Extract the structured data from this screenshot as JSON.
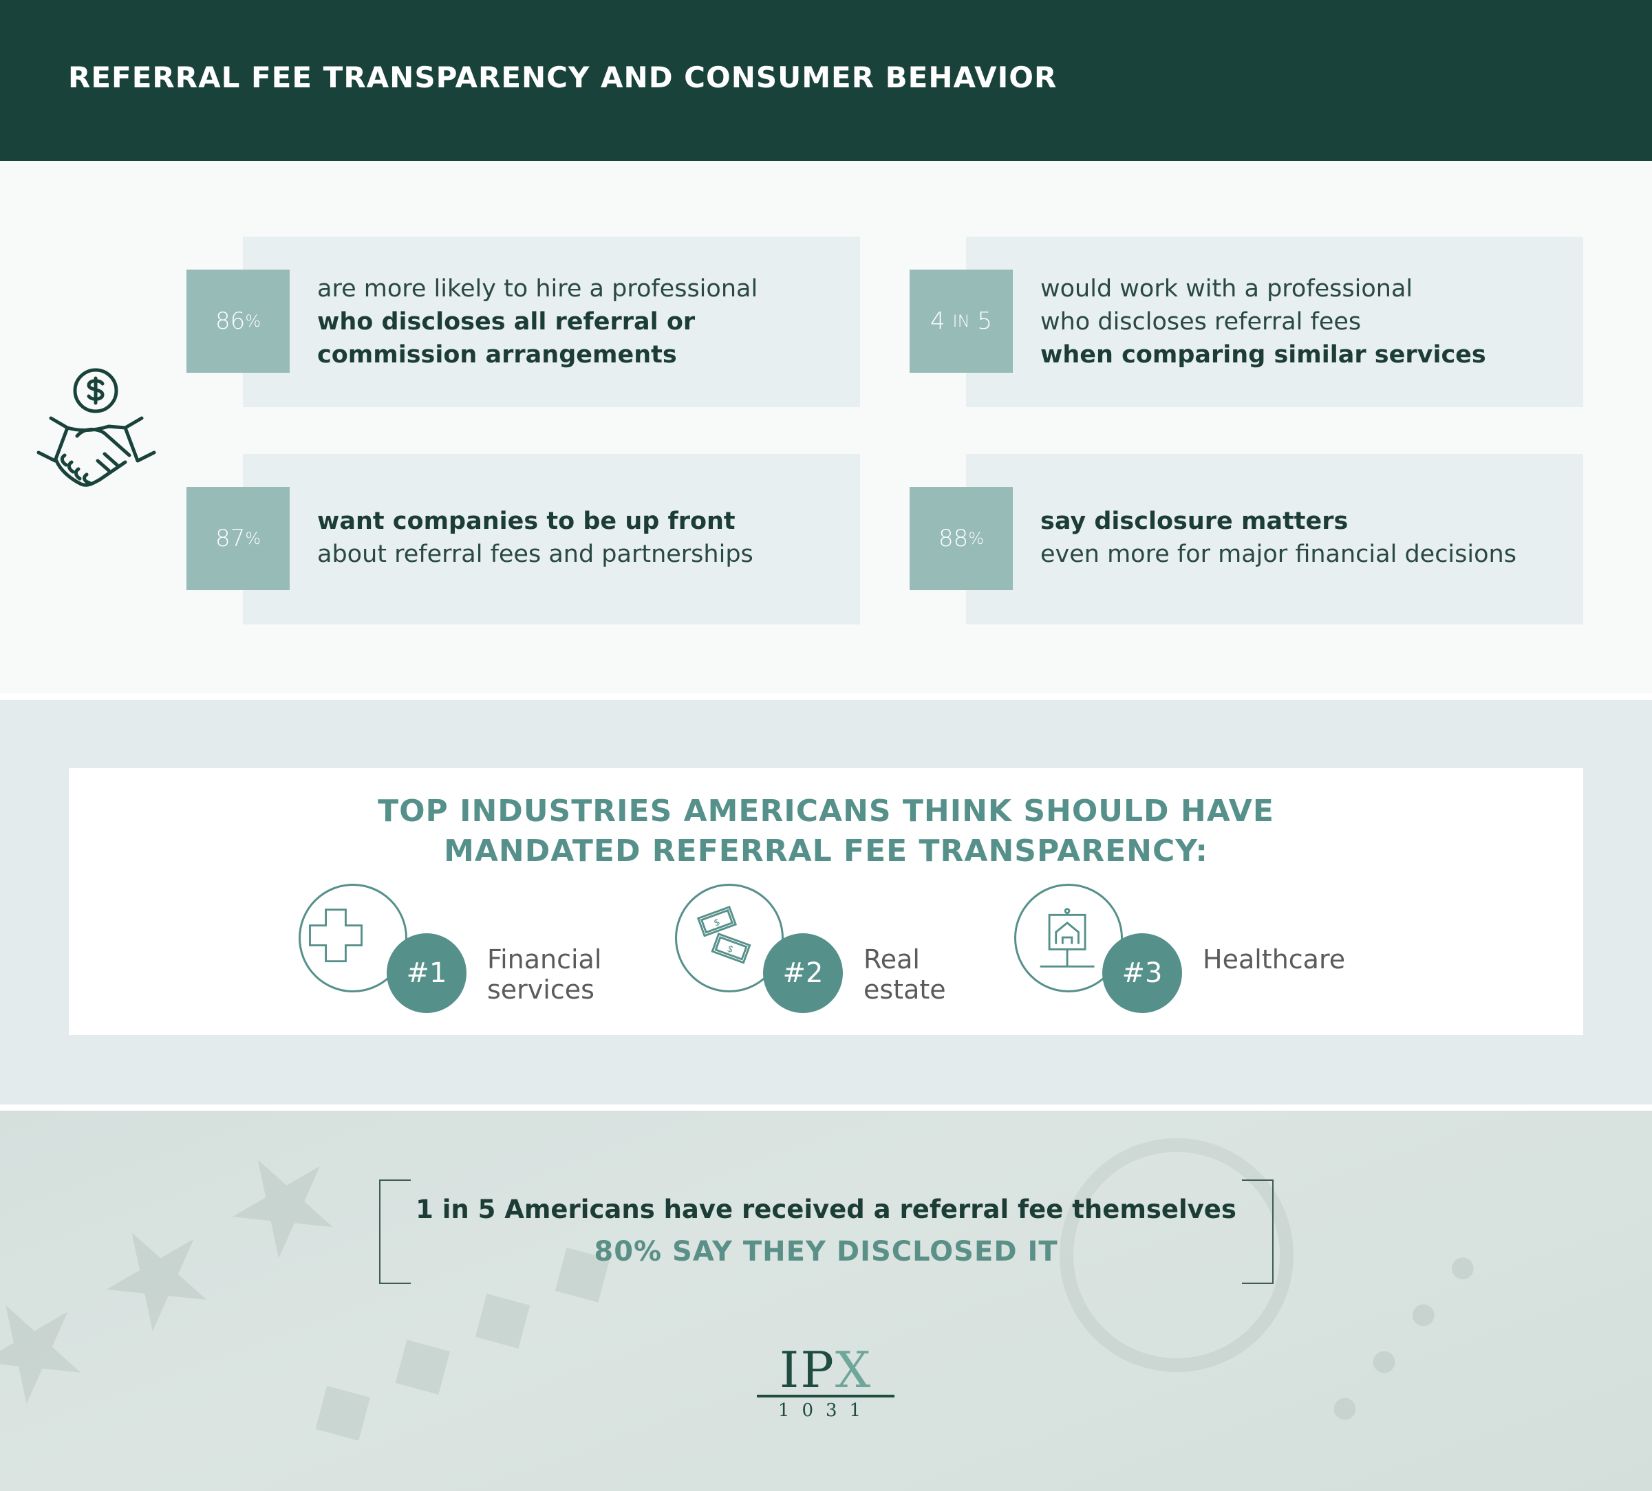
{
  "header": {
    "title": "REFERRAL FEE TRANSPARENCY AND CONSUMER BEHAVIOR"
  },
  "stats": [
    {
      "value": "86",
      "unit": "%",
      "lines": [
        {
          "text": "are more likely to hire a professional",
          "bold": false
        },
        {
          "text": "who discloses all referral or",
          "bold": true
        },
        {
          "text": "commission arrangements",
          "bold": true
        }
      ]
    },
    {
      "value": "4",
      "unit": "IN",
      "value2": "5",
      "lines": [
        {
          "text": "would work with a professional",
          "bold": false
        },
        {
          "text": "who discloses referral fees",
          "bold": false
        },
        {
          "text": "when comparing similar services",
          "bold": true
        }
      ]
    },
    {
      "value": "87",
      "unit": "%",
      "lines": [
        {
          "text": "want companies to be up front",
          "bold": true
        },
        {
          "text": "about referral fees and partnerships",
          "bold": false
        }
      ]
    },
    {
      "value": "88",
      "unit": "%",
      "lines": [
        {
          "text": "say disclosure matters",
          "bold": true
        },
        {
          "text": "even more for major financial decisions",
          "bold": false
        }
      ]
    }
  ],
  "icons": {
    "main": "handshake-dollar-icon",
    "industry_1": "medical-cross-icon",
    "industry_2": "money-bills-icon",
    "industry_3": "house-sign-icon"
  },
  "industries": {
    "title_line1": "TOP INDUSTRIES AMERICANS THINK SHOULD HAVE",
    "title_line2": "MANDATED REFERRAL FEE TRANSPARENCY:",
    "items": [
      {
        "rank": "#1",
        "label_line1": "Financial",
        "label_line2": "services"
      },
      {
        "rank": "#2",
        "label_line1": "Real",
        "label_line2": "estate"
      },
      {
        "rank": "#3",
        "label_line1": "Healthcare",
        "label_line2": ""
      }
    ]
  },
  "callout": {
    "line1": "1 in 5 Americans have received a referral fee themselves",
    "line2": "80% SAY THEY DISCLOSED IT"
  },
  "logo": {
    "letters": "IP",
    "letter_x": "X",
    "number": "1031"
  },
  "colors": {
    "header_bg": "#19423a",
    "accent": "#56908a",
    "stat_box": "#97bbb7",
    "card_bg": "#e8eff0"
  }
}
